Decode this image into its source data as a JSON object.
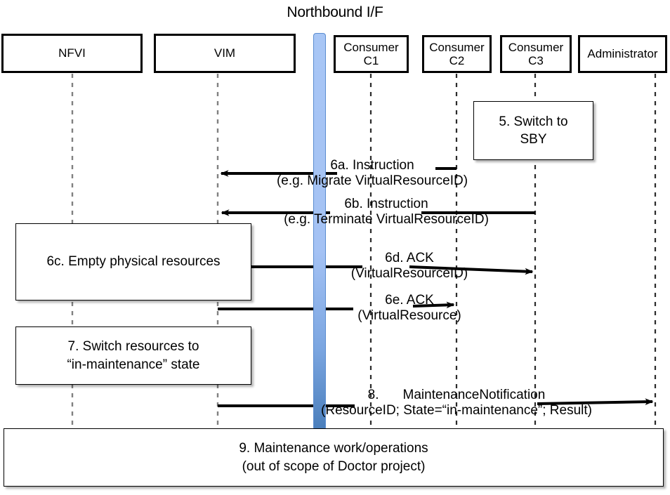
{
  "title": "Northbound I/F",
  "interface_bar": {
    "name": "northbound-interface",
    "color_top": "#A4C2F4",
    "color_bottom": "#4A7EBB"
  },
  "actors": [
    {
      "id": "nfvi",
      "label": "NFVI",
      "label_line2": ""
    },
    {
      "id": "vim",
      "label": "VIM",
      "label_line2": ""
    },
    {
      "id": "consumer-c1",
      "label": "Consumer",
      "label_line2": "C1"
    },
    {
      "id": "consumer-c2",
      "label": "Consumer",
      "label_line2": "C2"
    },
    {
      "id": "consumer-c3",
      "label": "Consumer",
      "label_line2": "C3"
    },
    {
      "id": "administrator",
      "label": "Administrator",
      "label_line2": ""
    }
  ],
  "notes": [
    {
      "id": "note-5",
      "line1": "5. Switch to",
      "line2": "SBY"
    },
    {
      "id": "note-6c",
      "line1": "6c. Empty physical resources",
      "line2": ""
    },
    {
      "id": "note-7",
      "line1": "7. Switch resources to",
      "line2": "“in-maintenance” state"
    },
    {
      "id": "note-9",
      "line1": "9. Maintenance work/operations",
      "line2": "(out of scope of Doctor project)"
    }
  ],
  "messages": [
    {
      "id": "msg-6a",
      "line1": "6a. Instruction",
      "line2": "(e.g. Migrate VirtualResourceID)",
      "from": "consumer-c2",
      "to": "vim",
      "direction": "left"
    },
    {
      "id": "msg-6b",
      "line1": "6b. Instruction",
      "line2": "(e.g. Terminate VirtualResourceID)",
      "from": "consumer-c3",
      "to": "vim",
      "direction": "left"
    },
    {
      "id": "msg-6d",
      "line1": "6d. ACK",
      "line2": "(VirtualResourceID)",
      "from": "vim",
      "to": "consumer-c3",
      "direction": "right"
    },
    {
      "id": "msg-6e",
      "line1": "6e. ACK",
      "line2": "(VirtualResource)",
      "from": "vim",
      "to": "consumer-c2",
      "direction": "right"
    },
    {
      "id": "msg-8",
      "line1_num": "8.",
      "line1_text": "MaintenanceNotification",
      "line2": "(ResourceID; State=“in-maintenance”; Result)",
      "from": "vim",
      "to": "administrator",
      "direction": "right"
    }
  ]
}
